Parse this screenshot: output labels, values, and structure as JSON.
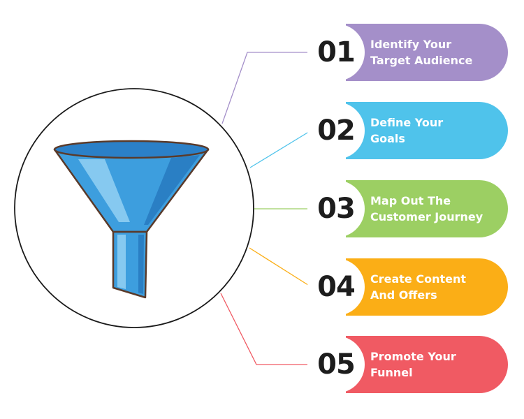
{
  "colors": {
    "step_01": "#a48fc9",
    "step_02": "#4fc3eb",
    "step_03": "#9ccf63",
    "step_04": "#fbae16",
    "step_05": "#f05a63",
    "funnel_blue": "#3d9ede",
    "funnel_outline": "#5a3a2a"
  },
  "icon": "funnel-icon",
  "steps": [
    {
      "number": "01",
      "label": "Identify Your\nTarget Audience"
    },
    {
      "number": "02",
      "label": "Define Your\nGoals"
    },
    {
      "number": "03",
      "label": "Map Out The\nCustomer Journey"
    },
    {
      "number": "04",
      "label": "Create Content\nAnd Offers"
    },
    {
      "number": "05",
      "label": "Promote Your\nFunnel"
    }
  ]
}
